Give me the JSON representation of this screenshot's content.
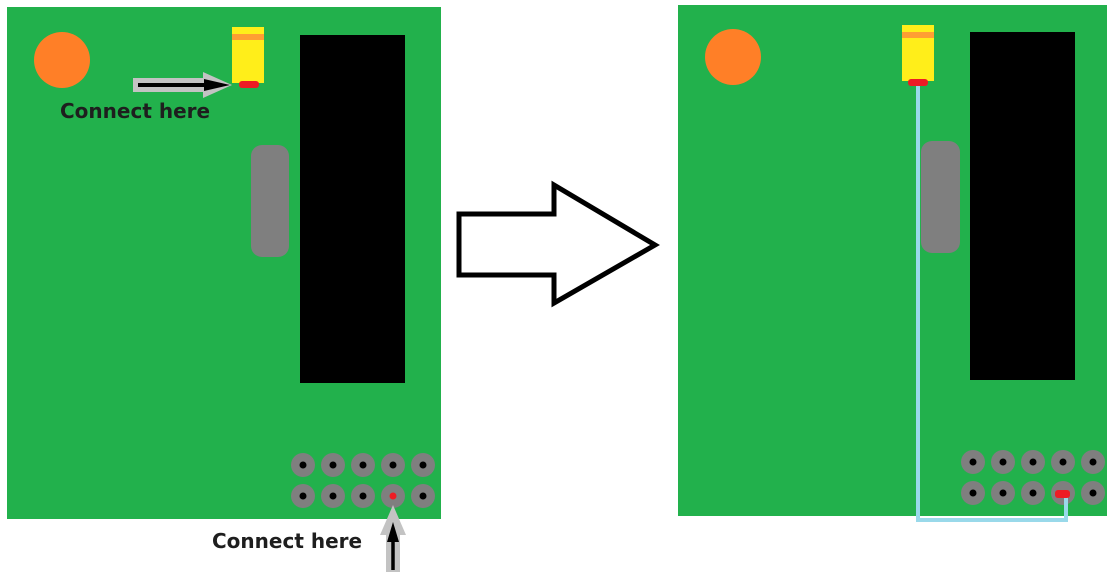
{
  "labels": {
    "top_callout": "Connect here",
    "bottom_callout": "Connect here"
  },
  "colors": {
    "pcb": "#22b14c",
    "chip": "#000000",
    "led": "#ff7f27",
    "connector_body": "#ffee1a",
    "connector_stripe": "#ff9e33",
    "contact": "#ed1c24",
    "pin_pad": "#7f7f7f",
    "pin_hole": "#000000",
    "wire": "#99d9ea",
    "callout_arrow": "#c3c3c3",
    "transition_arrow_outline": "#000000"
  },
  "header": {
    "rows": 2,
    "cols": 5,
    "marked_pin": "row 2, col 4"
  }
}
